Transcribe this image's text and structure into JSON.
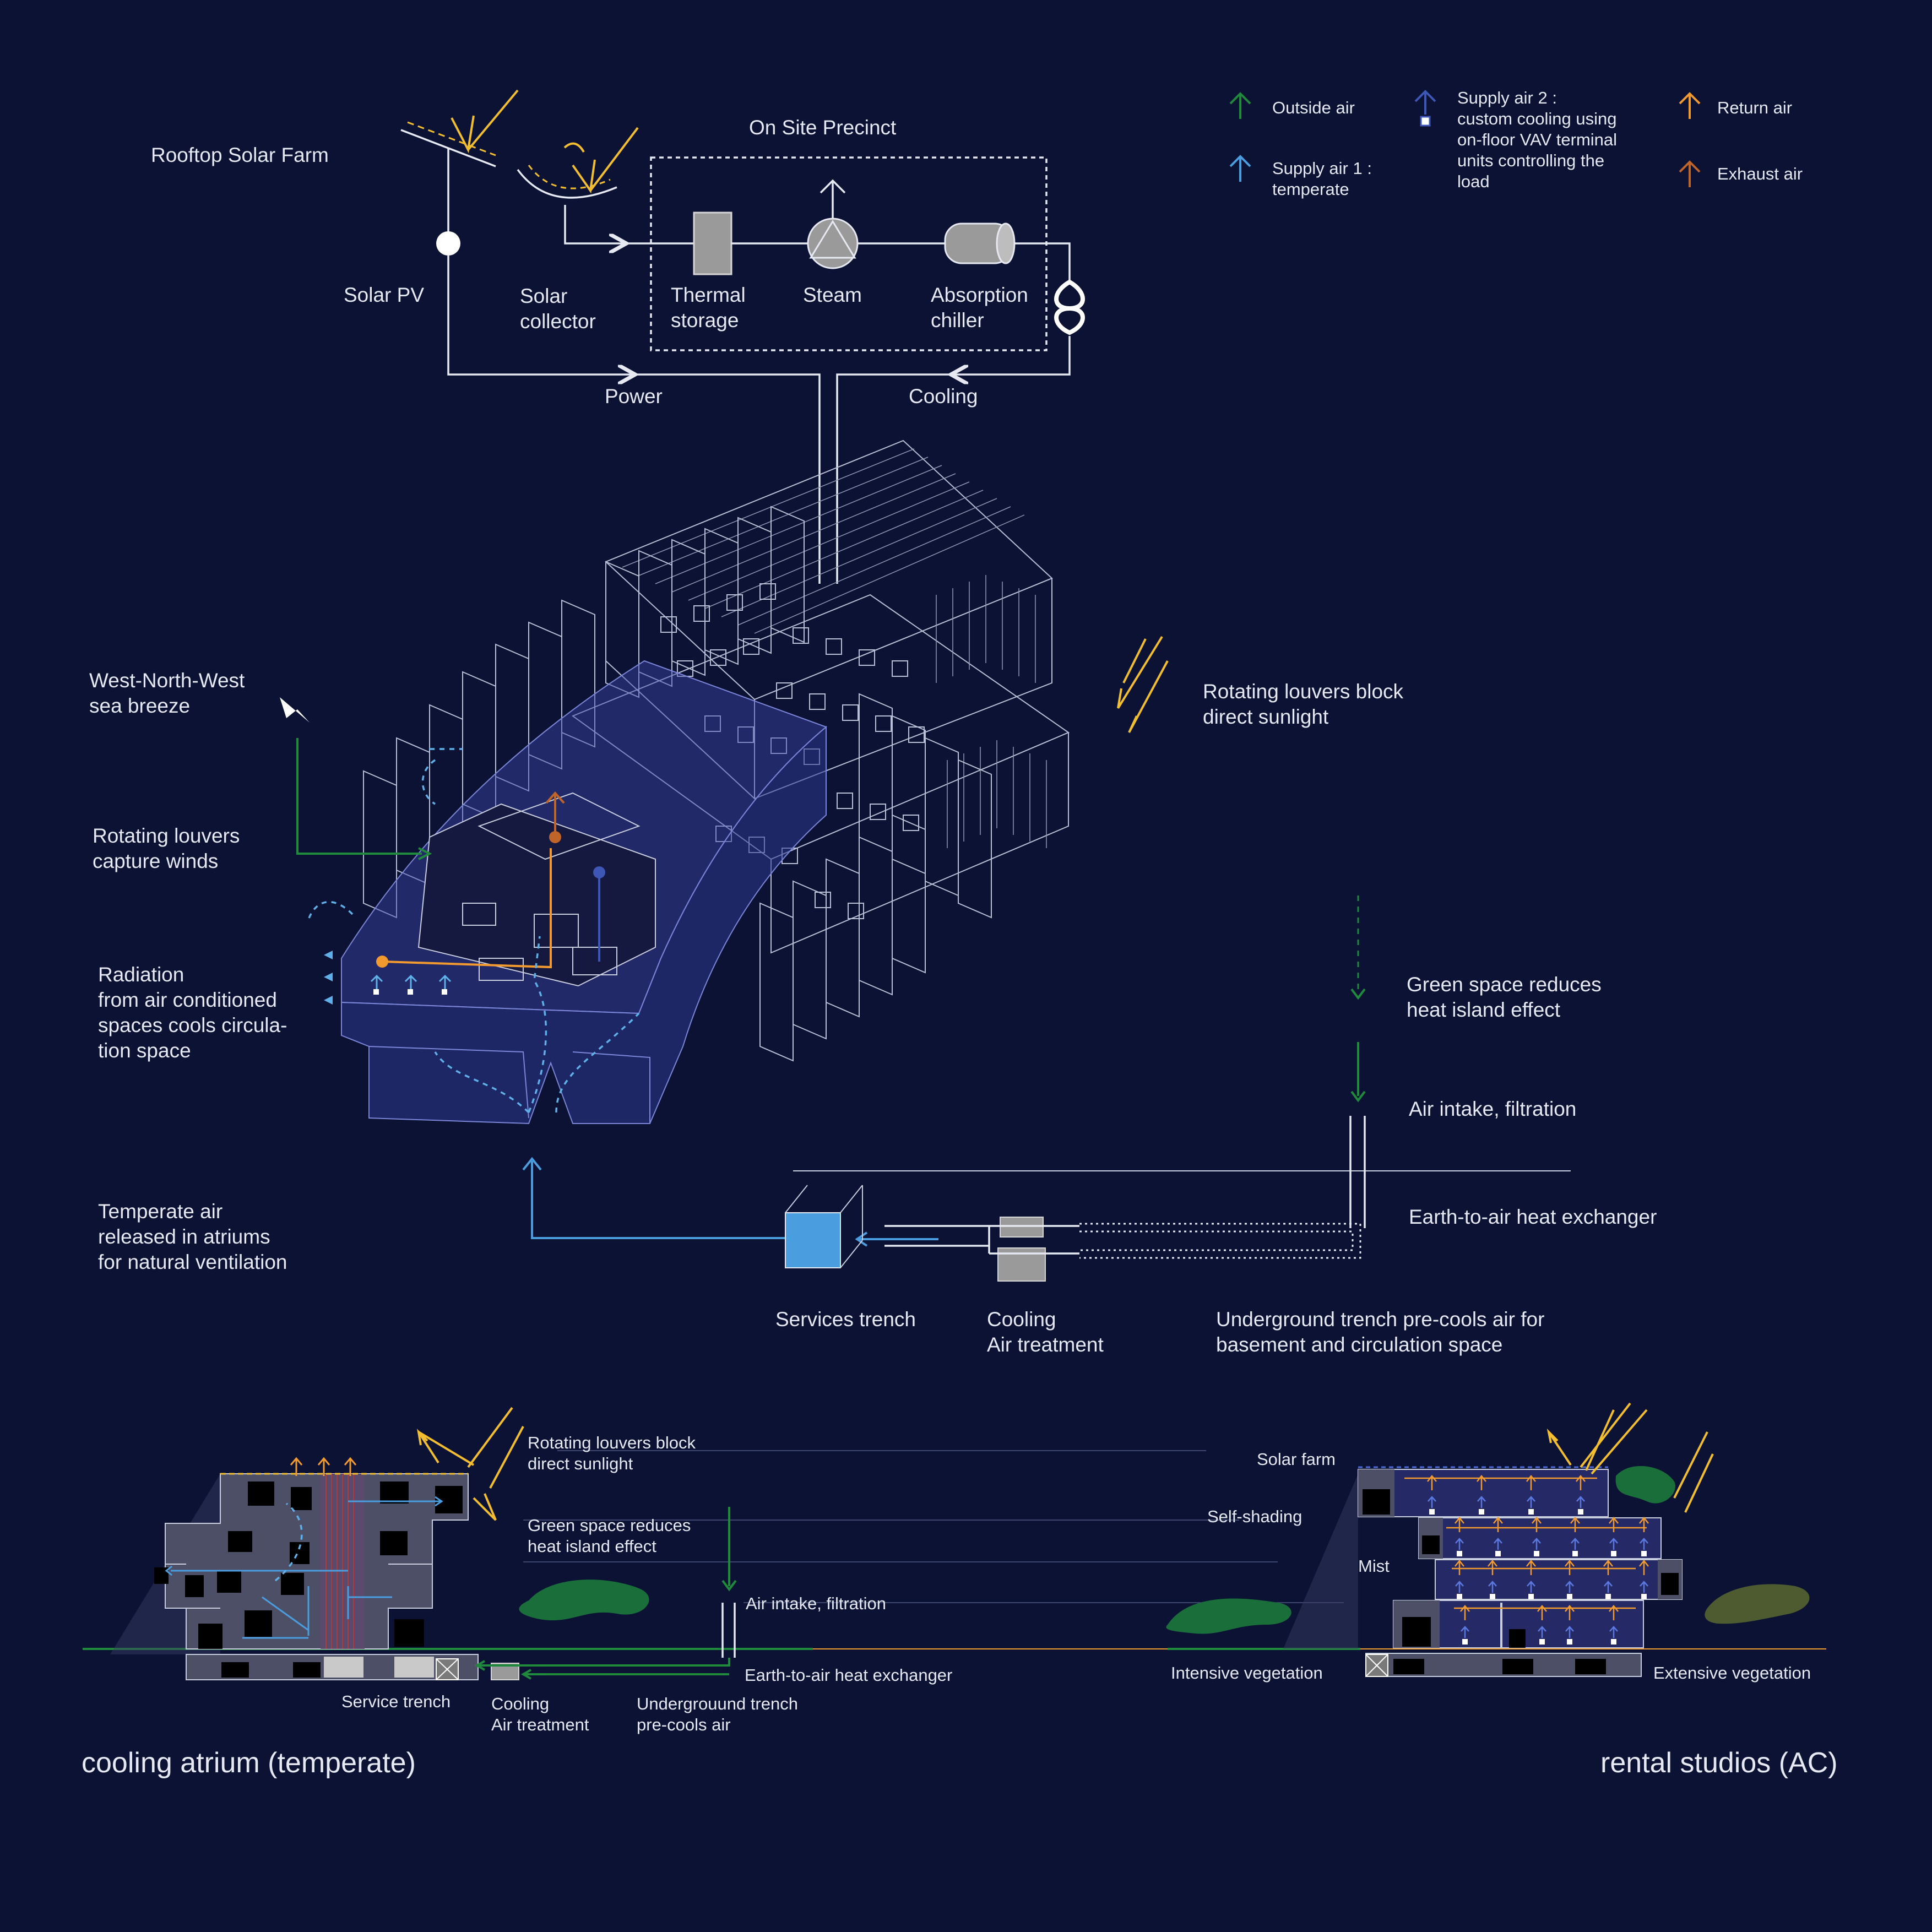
{
  "legend": [
    {
      "label": "Outside air",
      "color": "#1f8a3c"
    },
    {
      "label": "Supply air 1 :",
      "label2": "temperate",
      "color": "#4a9ee0"
    },
    {
      "label": "Supply air 2 :",
      "label2": "custom cooling using",
      "label3": "on-floor VAV terminal",
      "label4": "units controlling the",
      "label5": "load",
      "color": "#3e57b6"
    },
    {
      "label": "Return air",
      "color": "#f29a2e"
    },
    {
      "label": "Exhaust air",
      "color": "#c0652a"
    }
  ],
  "energy": {
    "rooftop": "Rooftop Solar Farm",
    "precinct": "On Site Precinct",
    "solar_pv": "Solar PV",
    "solar_collector": [
      "Solar",
      "collector"
    ],
    "thermal_storage": [
      "Thermal",
      "storage"
    ],
    "steam": "Steam",
    "chiller": [
      "Absorption",
      "chiller"
    ],
    "power": "Power",
    "cooling": "Cooling"
  },
  "axo": {
    "breeze": [
      "West-North-West",
      "sea breeze"
    ],
    "louvers_capture": [
      "Rotating louvers",
      "capture winds"
    ],
    "radiation": [
      "Radiation",
      "from air conditioned",
      "spaces cools circula-",
      "tion space"
    ],
    "temperate": [
      "Temperate air",
      "released in atriums",
      "for natural ventilation"
    ],
    "louvers_block": [
      "Rotating louvers block",
      "direct sunlight"
    ],
    "green_space": [
      "Green space reduces",
      "heat island effect"
    ],
    "intake": "Air intake, filtration",
    "earth_exchanger": "Earth-to-air heat exchanger",
    "services_trench": "Services trench",
    "cooling_treatment": [
      "Cooling",
      "Air treatment"
    ],
    "underground": [
      "Underground trench pre-cools air for",
      "basement and circulation space"
    ]
  },
  "section": {
    "louvers_block": [
      "Rotating louvers block",
      "direct sunlight"
    ],
    "green_space": [
      "Green space reduces",
      "heat island effect"
    ],
    "intake": "Air intake, filtration",
    "earth_exchanger": "Earth-to-air heat exchanger",
    "service_trench": "Service trench",
    "cooling_treatment": [
      "Cooling",
      "Air treatment"
    ],
    "underground": [
      "Undergrouund trench",
      "pre-cools air"
    ],
    "solar_farm": "Solar farm",
    "self_shading": "Self-shading",
    "mist": "Mist",
    "intensive": "Intensive vegetation",
    "extensive": "Extensive vegetation",
    "atrium_title": "cooling atrium (temperate)",
    "studios_title": "rental studios (AC)"
  }
}
